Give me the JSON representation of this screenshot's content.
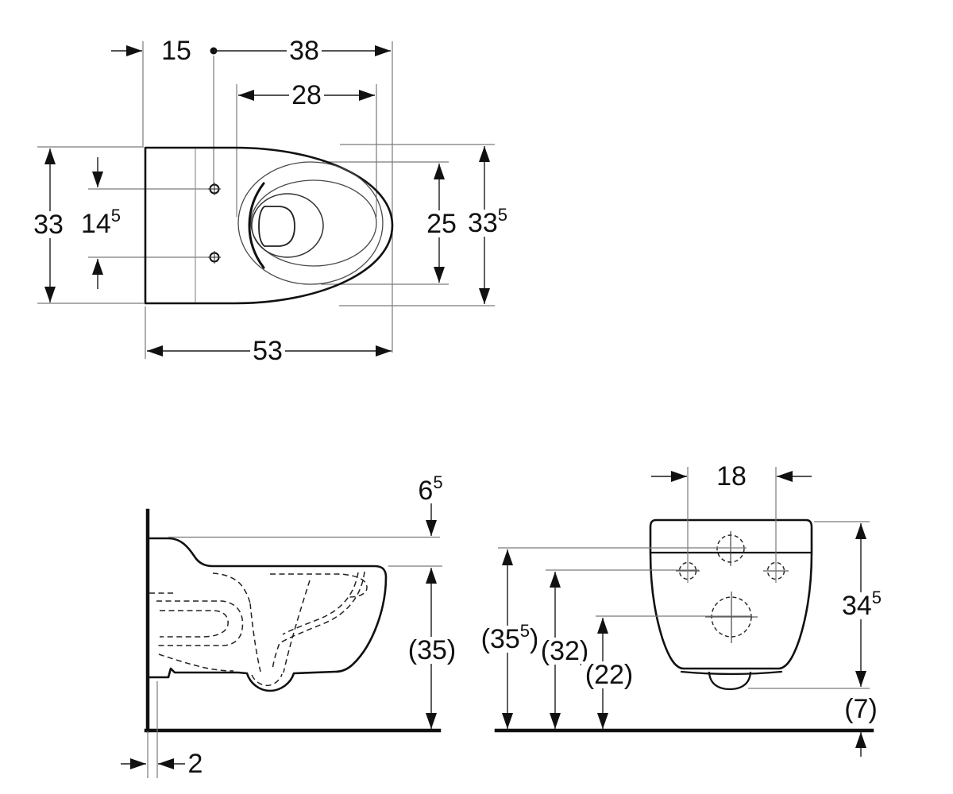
{
  "colors": {
    "background": "#ffffff",
    "line": "#111111",
    "extension_line": "#7a7a7a",
    "text": "#111111"
  },
  "top_view": {
    "wall_to_bolts": "15",
    "bolts_to_front": "38",
    "opening_depth": "28",
    "body_width": "33",
    "bolt_spacing": {
      "main": "14",
      "sup": "5"
    },
    "opening_width": "25",
    "overall_width": {
      "main": "33",
      "sup": "5"
    },
    "overall_depth": "53"
  },
  "side_view": {
    "top_recess": {
      "main": "6",
      "sup": "5"
    },
    "rim_height": "(35)",
    "wall_clearance": "2"
  },
  "front_view": {
    "bolt_distance": "18",
    "overall_height": {
      "main": "34",
      "sup": "5"
    },
    "inlet_height": {
      "open": "(35",
      "sup": "5",
      "close": ")"
    },
    "bolt_height": "(32)",
    "outlet_height": "(22)",
    "outlet_clearance": "(7)"
  }
}
